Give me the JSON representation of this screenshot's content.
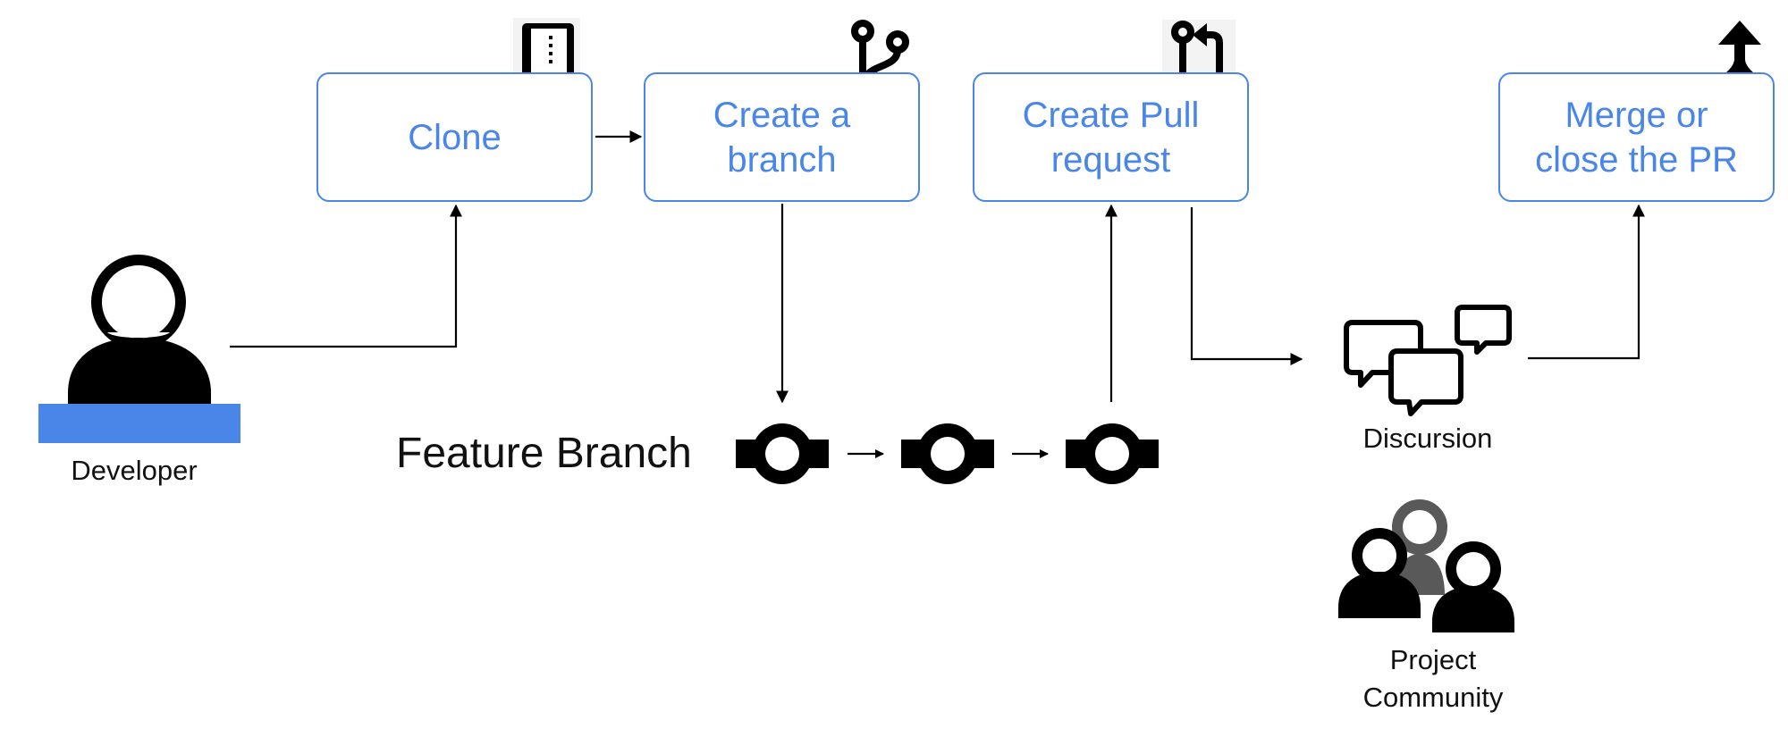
{
  "steps": [
    {
      "label": "Clone",
      "icon": "book-icon"
    },
    {
      "label": "Create a\nbranch",
      "icon": "git-branch-icon"
    },
    {
      "label": "Create Pull\nrequest",
      "icon": "git-pull-request-icon"
    },
    {
      "label": "Merge or\nclose the PR",
      "icon": "git-merge-icon"
    }
  ],
  "actors": {
    "developer": "Developer",
    "discussion": "Discursion",
    "community": "Project\nCommunity"
  },
  "feature_branch": {
    "label": "Feature Branch",
    "commits": 3,
    "commit_icon": "git-commit-icon"
  },
  "colors": {
    "accent": "#4a86e8",
    "ink": "#000000",
    "community_back": "#595959",
    "icon_bg": "#f3f3f3"
  }
}
